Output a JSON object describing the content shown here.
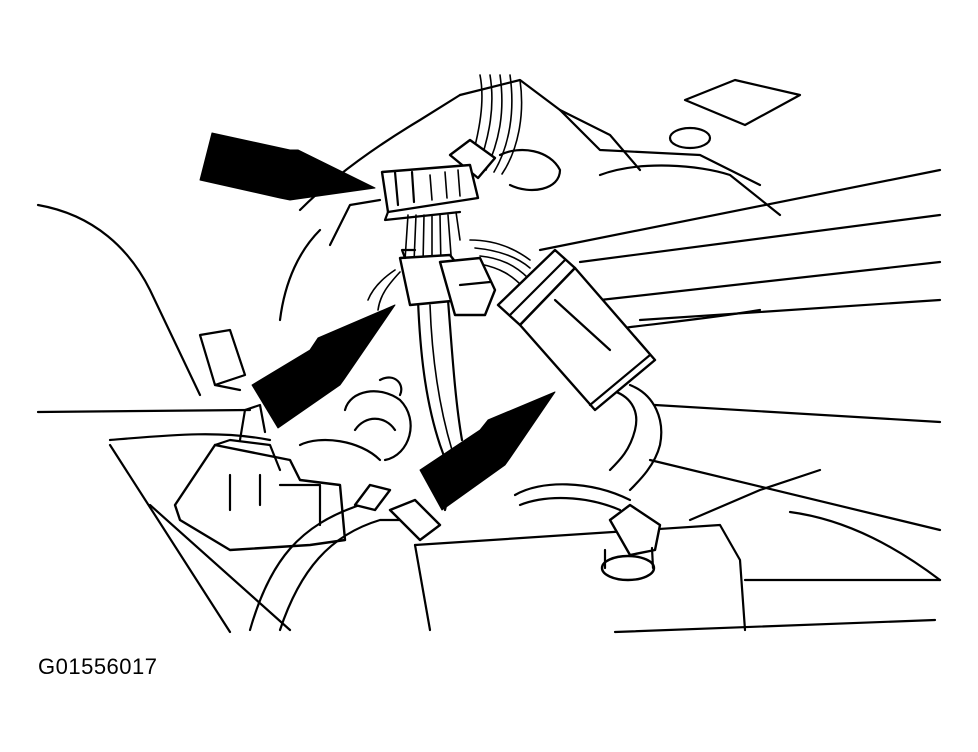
{
  "figure": {
    "id_label": "G01556017"
  },
  "colors": {
    "line": "#000000",
    "background": "#ffffff"
  },
  "callouts": [
    {
      "name": "upper-connector-arrow",
      "points_to": "upper-harness-connector"
    },
    {
      "name": "middle-connector-arrow",
      "points_to": "middle-harness-connector"
    },
    {
      "name": "lower-connector-arrow",
      "points_to": "sleeve-connector"
    }
  ]
}
